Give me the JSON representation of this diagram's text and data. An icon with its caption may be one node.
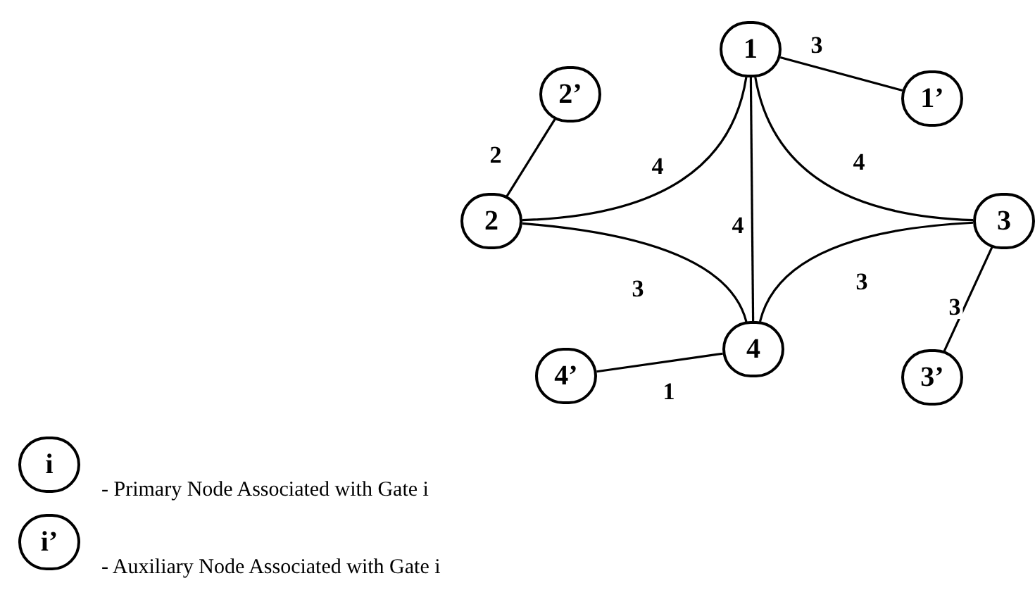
{
  "diagram": {
    "nodes": [
      {
        "text": [
          "1"
        ]
      },
      {
        "text": [
          "2’"
        ]
      },
      {
        "text": [
          "1’"
        ]
      },
      {
        "text": [
          "2"
        ]
      },
      {
        "text": [
          "3"
        ]
      },
      {
        "text": [
          "4"
        ]
      },
      {
        "text": [
          "4’"
        ]
      },
      {
        "text": [
          "3’"
        ]
      },
      {
        "text": [
          "i"
        ],
        "beside": [
          "- Primary Node Associated with Gate i"
        ]
      },
      {
        "text": [
          "i’"
        ],
        "beside": [
          "- Auxiliary Node Associated with Gate i"
        ]
      }
    ],
    "edges": [
      {
        "from": 0,
        "to": 2,
        "arrow": "none",
        "label": "3"
      },
      {
        "from": 1,
        "to": 3,
        "arrow": "none",
        "label": "2"
      },
      {
        "from": 0,
        "to": 3,
        "arrow": "none",
        "label": "4"
      },
      {
        "from": 0,
        "to": 5,
        "arrow": "none",
        "label": "4"
      },
      {
        "from": 0,
        "to": 4,
        "arrow": "none",
        "label": "4"
      },
      {
        "from": 3,
        "to": 5,
        "arrow": "none",
        "label": "3"
      },
      {
        "from": 4,
        "to": 5,
        "arrow": "none",
        "label": "3"
      },
      {
        "from": 4,
        "to": 7,
        "arrow": "none",
        "label": "3"
      },
      {
        "from": 6,
        "to": 5,
        "arrow": "none",
        "label": "1"
      }
    ]
  }
}
